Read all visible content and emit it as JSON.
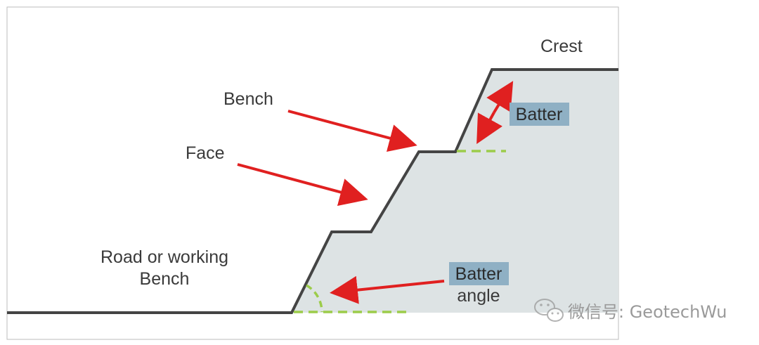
{
  "labels": {
    "crest": "Crest",
    "bench": "Bench",
    "face": "Face",
    "road_line1": "Road or working",
    "road_line2": "Bench",
    "batter": "Batter",
    "batter_angle_line1": "Batter",
    "batter_angle_line2": "angle"
  },
  "watermark": {
    "text": "微信号: GeotechWu"
  },
  "colors": {
    "profile_line": "#444444",
    "fill": "#dde3e4",
    "arrow": "#e02020",
    "dash": "#9ccc4a",
    "highlight": "#8fb0c4",
    "frame": "#bdbdbd"
  },
  "icons": {
    "watermark_icon": "wechat-icon"
  }
}
